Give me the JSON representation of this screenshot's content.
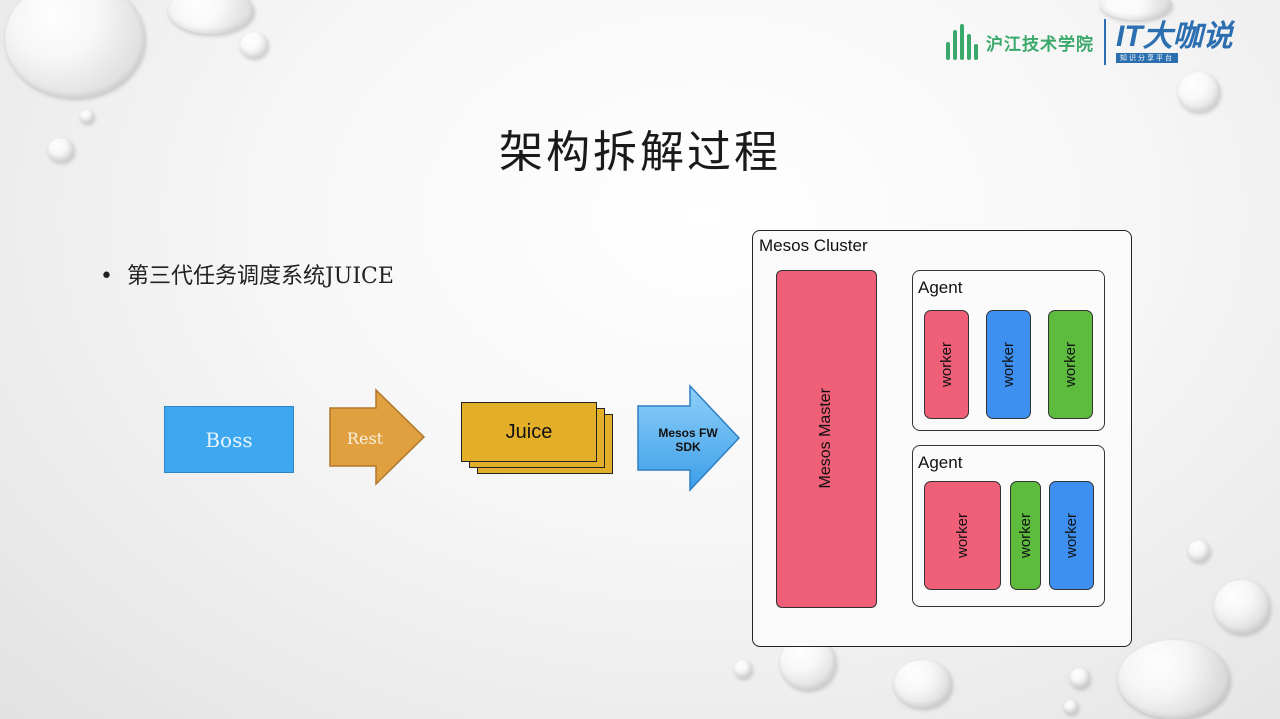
{
  "logo": {
    "brand_cn": "沪江技术学院",
    "brand_it": "IT大咖说",
    "brand_sub": "知识分享平台"
  },
  "title": "架构拆解过程",
  "bullet": "第三代任务调度系统JUICE",
  "diagram": {
    "boss": "Boss",
    "rest": "Rest",
    "juice": "Juice",
    "mesos_fw_line1": "Mesos FW",
    "mesos_fw_line2": "SDK",
    "cluster_label": "Mesos Cluster",
    "master": "Mesos Master",
    "agent1": {
      "label": "Agent",
      "workers": [
        "worker",
        "worker",
        "worker"
      ]
    },
    "agent2": {
      "label": "Agent",
      "workers": [
        "worker",
        "worker",
        "worker"
      ]
    }
  },
  "colors": {
    "boss": "#3da8ef",
    "rest_arrow": "#e0a040",
    "juice": "#e3ae28",
    "mesos_fw_arrow": "#5bb5f0",
    "red": "#ef5f78",
    "blue": "#3d8ff0",
    "green": "#5dbb3e",
    "logo_green": "#3aa86b",
    "logo_blue": "#2b6fb0"
  }
}
